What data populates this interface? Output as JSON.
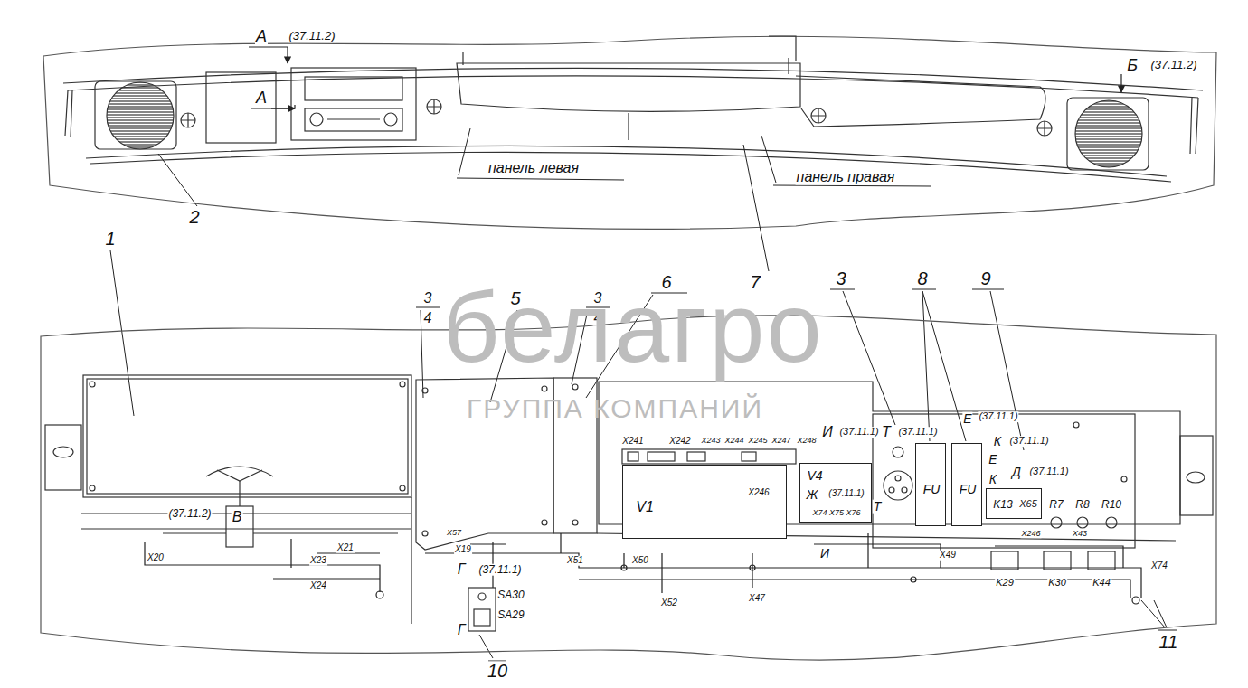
{
  "diagram": {
    "nodes": [
      {
        "text": [
          "V1",
          "X246"
        ]
      },
      {
        "text": [
          "V4",
          "Ж",
          "(37.11.1)",
          "X74 X75 X76"
        ]
      },
      {
        "text": [
          "FU"
        ]
      },
      {
        "text": [
          "FU"
        ]
      },
      {
        "text": [
          "K13",
          "X65"
        ]
      }
    ],
    "labels": [
      "А",
      "(37.11.2)",
      "А",
      "Б",
      "(37.11.2)",
      "панель левая",
      "панель правая",
      "2",
      "7",
      "1",
      "3",
      "4",
      "5",
      "3",
      "4",
      "6",
      "3",
      "8",
      "9",
      "(37.11.2)",
      "В",
      "X20",
      "X21",
      "X23",
      "X24",
      "X57",
      "X19",
      "Г",
      "(37.11.1)",
      "X51",
      "X50",
      "X52",
      "X47",
      "SA30",
      "SA29",
      "Г",
      "10",
      "X241",
      "X242",
      "X243",
      "X244",
      "X245",
      "X247",
      "X248",
      "И",
      "(37.11.1)",
      "Т",
      "(37.11.1)",
      "Т",
      "И",
      "Е",
      "(37.11.1)",
      "Е",
      "К",
      "(37.11.1)",
      "Д",
      "(37.11.1)",
      "К",
      "R7",
      "R8",
      "R10",
      "X49",
      "X43",
      "X246",
      "K29",
      "K30",
      "K44",
      "X74",
      "11",
      "белагро",
      "ГРУППА КОМПАНИЙ"
    ]
  }
}
